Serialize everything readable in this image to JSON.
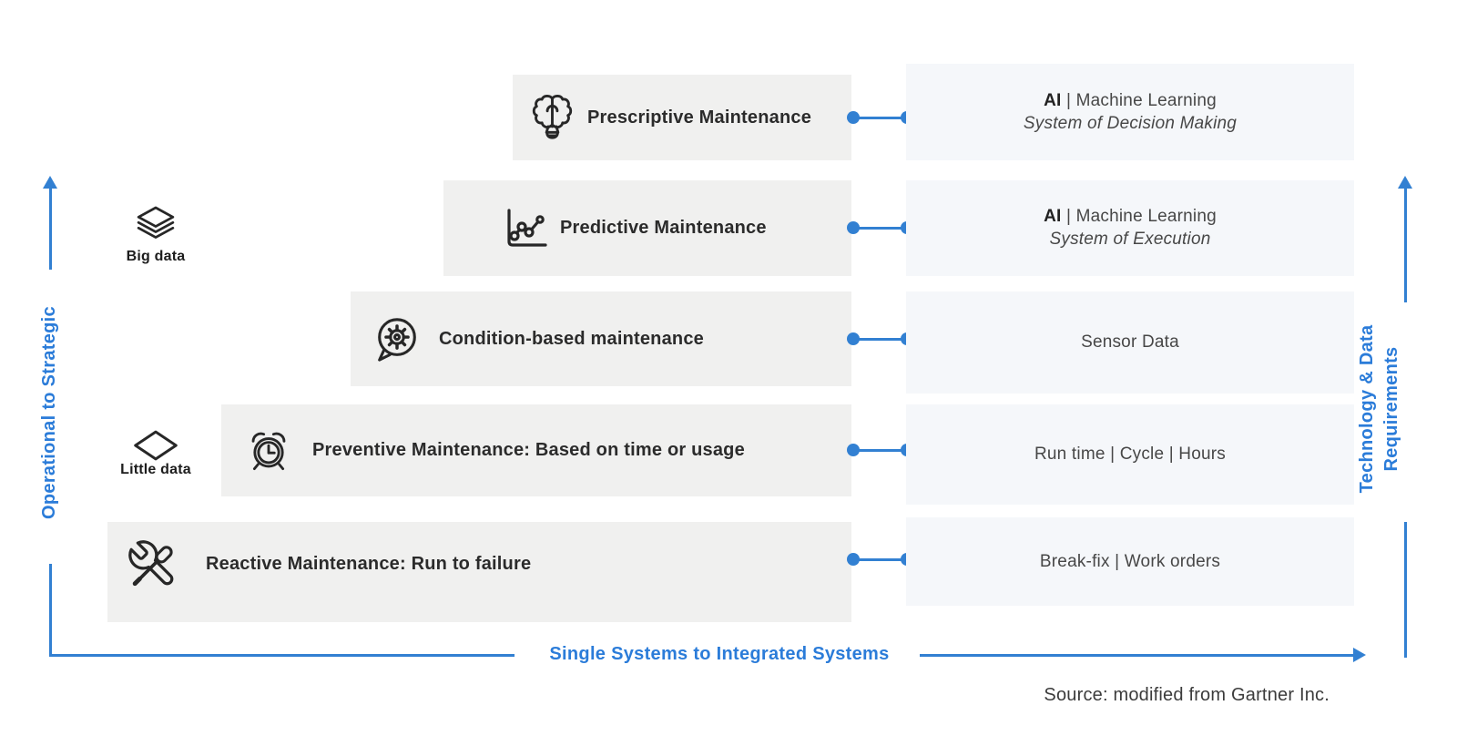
{
  "colors": {
    "accent_blue": "#3280D2",
    "axis_text_blue": "#2B7CD9",
    "left_box_bg": "#F0F0EF",
    "right_box_bg": "#F5F7FA",
    "dark_text": "#2B2B2B",
    "muted_text": "#474747"
  },
  "axes": {
    "left_label": "Operational to Strategic",
    "bottom_label": "Single Systems to Integrated Systems",
    "right_label_line1": "Technology & Data",
    "right_label_line2": "Requirements"
  },
  "side_labels": {
    "big_data": "Big data",
    "little_data": "Little data"
  },
  "rows": [
    {
      "label": "Prescriptive Maintenance",
      "icon": "brain-idea-icon",
      "req_bold": "AI",
      "req_rest": " | Machine Learning",
      "req_secondary": "System of Decision Making"
    },
    {
      "label": "Predictive Maintenance",
      "icon": "trend-chart-icon",
      "req_bold": "AI",
      "req_rest": " | Machine Learning",
      "req_secondary": "System of Execution"
    },
    {
      "label": "Condition-based maintenance",
      "icon": "gear-speech-bubble-icon",
      "req_bold": "",
      "req_rest": "Sensor Data",
      "req_secondary": ""
    },
    {
      "label": "Preventive Maintenance: Based on time or usage",
      "icon": "alarm-clock-icon",
      "req_bold": "",
      "req_rest": "Run time | Cycle | Hours",
      "req_secondary": ""
    },
    {
      "label": "Reactive Maintenance: Run to failure",
      "icon": "tools-icon",
      "req_bold": "",
      "req_rest": "Break-fix | Work orders",
      "req_secondary": ""
    }
  ],
  "source": "Source: modified from Gartner Inc."
}
